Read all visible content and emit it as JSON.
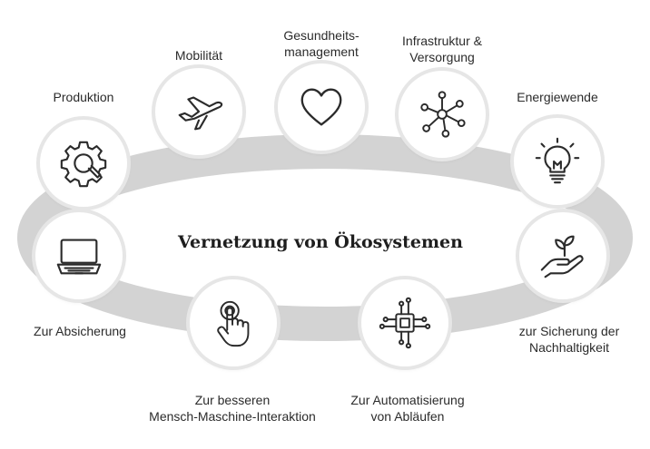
{
  "title": "Vernetzung von Ökosystemen",
  "ring_color": "#d3d3d3",
  "icon_color": "#2b2b2b",
  "nodes": [
    {
      "id": "produktion",
      "icon": "gear-wrench-icon",
      "label": [
        "Produktion"
      ]
    },
    {
      "id": "mobilitaet",
      "icon": "airplane-icon",
      "label": [
        "Mobilität"
      ]
    },
    {
      "id": "gesundheit",
      "icon": "heart-icon",
      "label": [
        "Gesundheits-",
        "management"
      ]
    },
    {
      "id": "infrastruktur",
      "icon": "network-hub-icon",
      "label": [
        "Infrastruktur &",
        "Versorgung"
      ]
    },
    {
      "id": "energie",
      "icon": "light-bulb-icon",
      "label": [
        "Energiewende"
      ]
    },
    {
      "id": "nachhaltigkeit",
      "icon": "hand-plant-icon",
      "label": [
        "zur Sicherung der",
        "Nachhaltigkeit"
      ]
    },
    {
      "id": "automatisierung",
      "icon": "circuit-chip-icon",
      "label": [
        "Zur Automatisierung",
        "von Abläufen"
      ]
    },
    {
      "id": "interaktion",
      "icon": "touch-hand-icon",
      "label": [
        "Zur besseren",
        "Mensch-Maschine-Interaktion"
      ]
    },
    {
      "id": "absicherung",
      "icon": "laptop-icon",
      "label": [
        "Zur Absicherung"
      ]
    }
  ]
}
